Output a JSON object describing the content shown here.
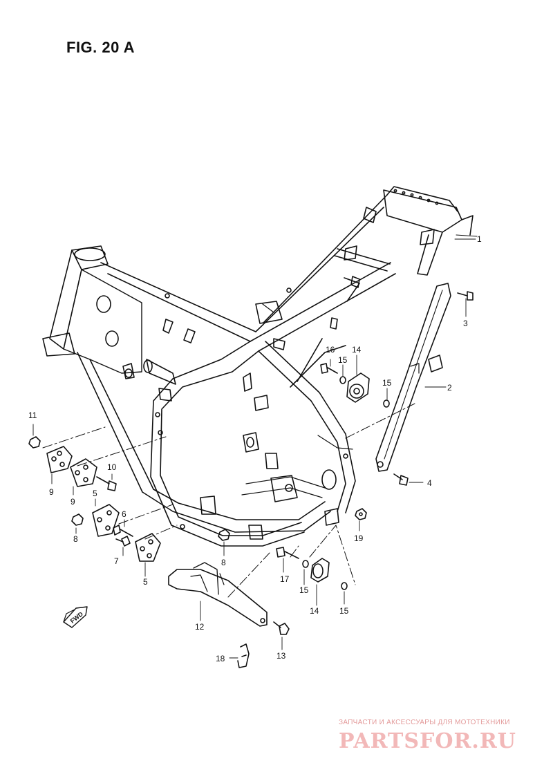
{
  "figure": {
    "title": "FIG. 20 A"
  },
  "callouts": [
    {
      "id": "c1",
      "label": "1"
    },
    {
      "id": "c2",
      "label": "2"
    },
    {
      "id": "c3",
      "label": "3"
    },
    {
      "id": "c4",
      "label": "4"
    },
    {
      "id": "c5a",
      "label": "5"
    },
    {
      "id": "c5b",
      "label": "5"
    },
    {
      "id": "c6",
      "label": "6"
    },
    {
      "id": "c7",
      "label": "7"
    },
    {
      "id": "c8a",
      "label": "8"
    },
    {
      "id": "c8b",
      "label": "8"
    },
    {
      "id": "c9a",
      "label": "9"
    },
    {
      "id": "c9b",
      "label": "9"
    },
    {
      "id": "c10",
      "label": "10"
    },
    {
      "id": "c11",
      "label": "11"
    },
    {
      "id": "c12",
      "label": "12"
    },
    {
      "id": "c13",
      "label": "13"
    },
    {
      "id": "c14a",
      "label": "14"
    },
    {
      "id": "c14b",
      "label": "14"
    },
    {
      "id": "c15a",
      "label": "15"
    },
    {
      "id": "c15b",
      "label": "15"
    },
    {
      "id": "c15c",
      "label": "15"
    },
    {
      "id": "c15d",
      "label": "15"
    },
    {
      "id": "c16",
      "label": "16"
    },
    {
      "id": "c17",
      "label": "17"
    },
    {
      "id": "c18",
      "label": "18"
    },
    {
      "id": "c19",
      "label": "19"
    }
  ],
  "fwd_arrow": {
    "label": "FWD"
  },
  "watermark": {
    "tagline": "ЗАПЧАСТИ И АКСЕССУАРЫ ДЛЯ МОТОТЕХНИКИ",
    "logo": "PARTSFOR.RU"
  },
  "colors": {
    "line": "#111111",
    "watermark": "#f2b8b8"
  }
}
